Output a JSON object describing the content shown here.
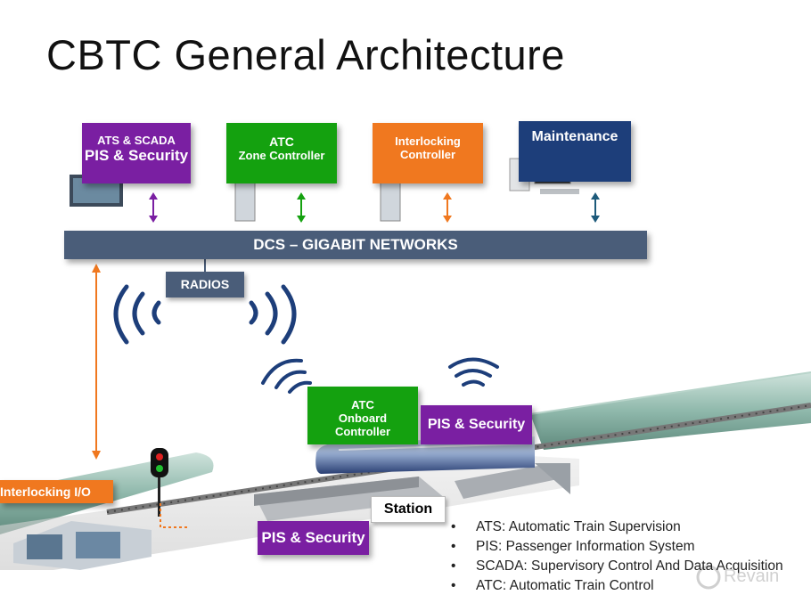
{
  "title": "CBTC General Architecture",
  "boxes": {
    "ats": {
      "line1": "ATS & SCADA",
      "line2": "PIS & Security"
    },
    "atc": {
      "line1": "ATC",
      "line2": "Zone Controller"
    },
    "interlocking": {
      "line1": "Interlocking",
      "line2": "Controller"
    },
    "maintenance": {
      "label": "Maintenance"
    },
    "dcs": {
      "label": "DCS – GIGABIT NETWORKS"
    },
    "radios": {
      "label": "RADIOS"
    },
    "onboard": {
      "line1": "ATC",
      "line2": "Onboard",
      "line3": "Controller"
    },
    "pis_train": {
      "label": "PIS & Security"
    },
    "pis_station": {
      "label": "PIS & Security"
    },
    "station": {
      "label": "Station"
    },
    "interlocking_io": {
      "label": "Interlocking I/O"
    }
  },
  "legend": [
    "ATS: Automatic Train Supervision",
    "PIS: Passenger Information System",
    "SCADA: Supervisory Control And Data Acquisition",
    "ATC: Automatic Train Control"
  ],
  "watermark": "Revain",
  "colors": {
    "purple": "#7a1fa2",
    "green": "#14a10f",
    "orange": "#f0781f",
    "navy": "#1d3e7a",
    "network": "#4a5d79",
    "arrow_teal": "#1d5a7a"
  }
}
